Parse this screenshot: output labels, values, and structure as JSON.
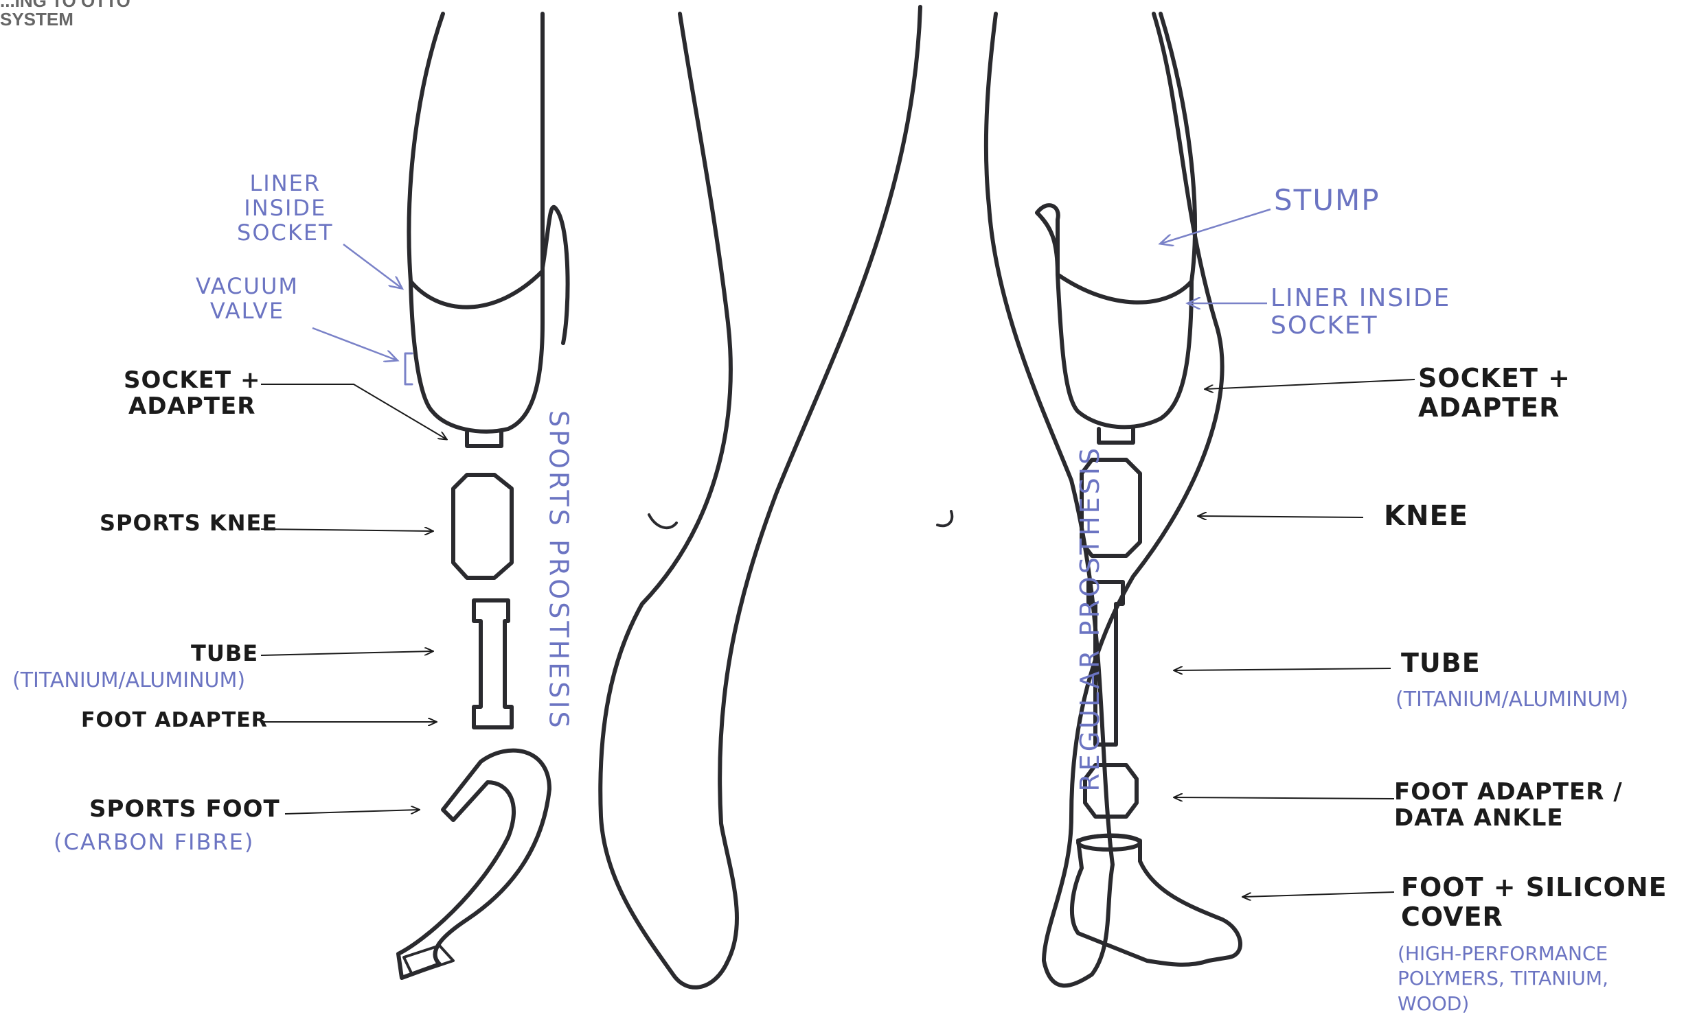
{
  "header": {
    "caption": "...ING TO OTTO\nSYSTEM"
  },
  "sports_side": {
    "title": "SPORTS PROSTHESIS",
    "liner_inside_socket": "LINER\nINSIDE\nSOCKET",
    "vacuum_valve": "VACUUM\nVALVE",
    "socket_adapter": "SOCKET +\nADAPTER",
    "sports_knee": "SPORTS KNEE",
    "tube": "TUBE",
    "tube_material": "(TITANIUM/ALUMINUM)",
    "foot_adapter": "FOOT ADAPTER",
    "sports_foot": "SPORTS FOOT",
    "sports_foot_material": "(CARBON FIBRE)"
  },
  "regular_side": {
    "title": "REGULAR PROSTHESIS",
    "stump": "STUMP",
    "liner_inside_socket": "LINER INSIDE\nSOCKET",
    "socket_adapter": "SOCKET +\nADAPTER",
    "knee": "KNEE",
    "tube": "TUBE",
    "tube_material": "(TITANIUM/ALUMINUM)",
    "foot_adapter": "FOOT ADAPTER /\nDATA ANKLE",
    "foot_cover": "FOOT + SILICONE\nCOVER",
    "foot_material": "(HIGH-PERFORMANCE\nPOLYMERS, TITANIUM,\nWOOD)"
  },
  "colors": {
    "ink": "#2a2a2e",
    "annotation_blue": "#6b74c2",
    "label_black": "#1b1b1b"
  }
}
